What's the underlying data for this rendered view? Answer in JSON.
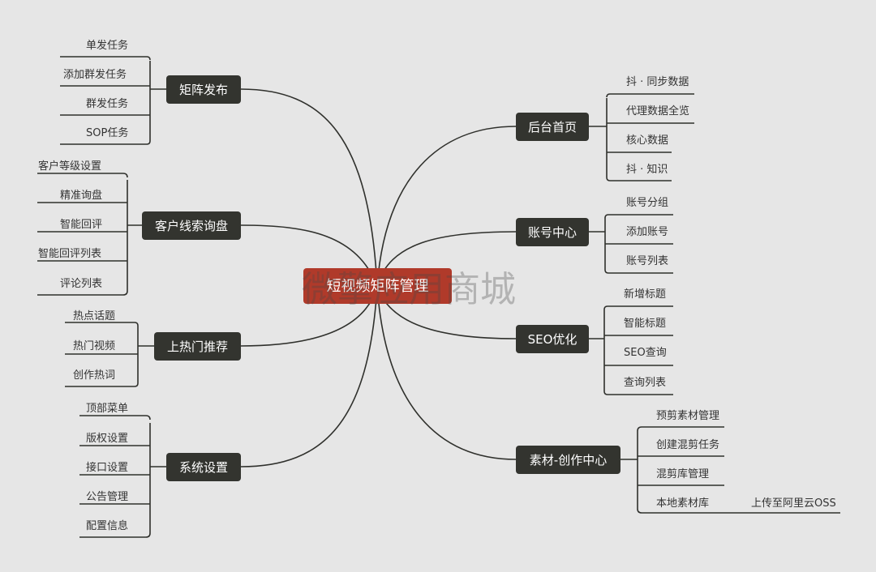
{
  "center": "短视频矩阵管理",
  "watermark": "微擎应用商城",
  "left": [
    {
      "label": "矩阵发布",
      "children": [
        "单发任务",
        "添加群发任务",
        "群发任务",
        "SOP任务"
      ]
    },
    {
      "label": "客户线索询盘",
      "children": [
        "客户等级设置",
        "精准询盘",
        "智能回评",
        "智能回评列表",
        "评论列表"
      ]
    },
    {
      "label": "上热门推荐",
      "children": [
        "热点话题",
        "热门视频",
        "创作热词"
      ]
    },
    {
      "label": "系统设置",
      "children": [
        "顶部菜单",
        "版权设置",
        "接口设置",
        "公告管理",
        "配置信息"
      ]
    }
  ],
  "right": [
    {
      "label": "后台首页",
      "children": [
        "抖 · 同步数据",
        "代理数据全览",
        "核心数据",
        "抖 · 知识"
      ]
    },
    {
      "label": "账号中心",
      "children": [
        "账号分组",
        "添加账号",
        "账号列表"
      ]
    },
    {
      "label": "SEO优化",
      "children": [
        "新增标题",
        "智能标题",
        "SEO查询",
        "查询列表"
      ]
    },
    {
      "label": "素材-创作中心",
      "children": [
        "预剪素材管理",
        "创建混剪任务",
        "混剪库管理",
        "本地素材库"
      ],
      "extra": {
        "parent": "本地素材库",
        "label": "上传至阿里云OSS"
      }
    }
  ]
}
